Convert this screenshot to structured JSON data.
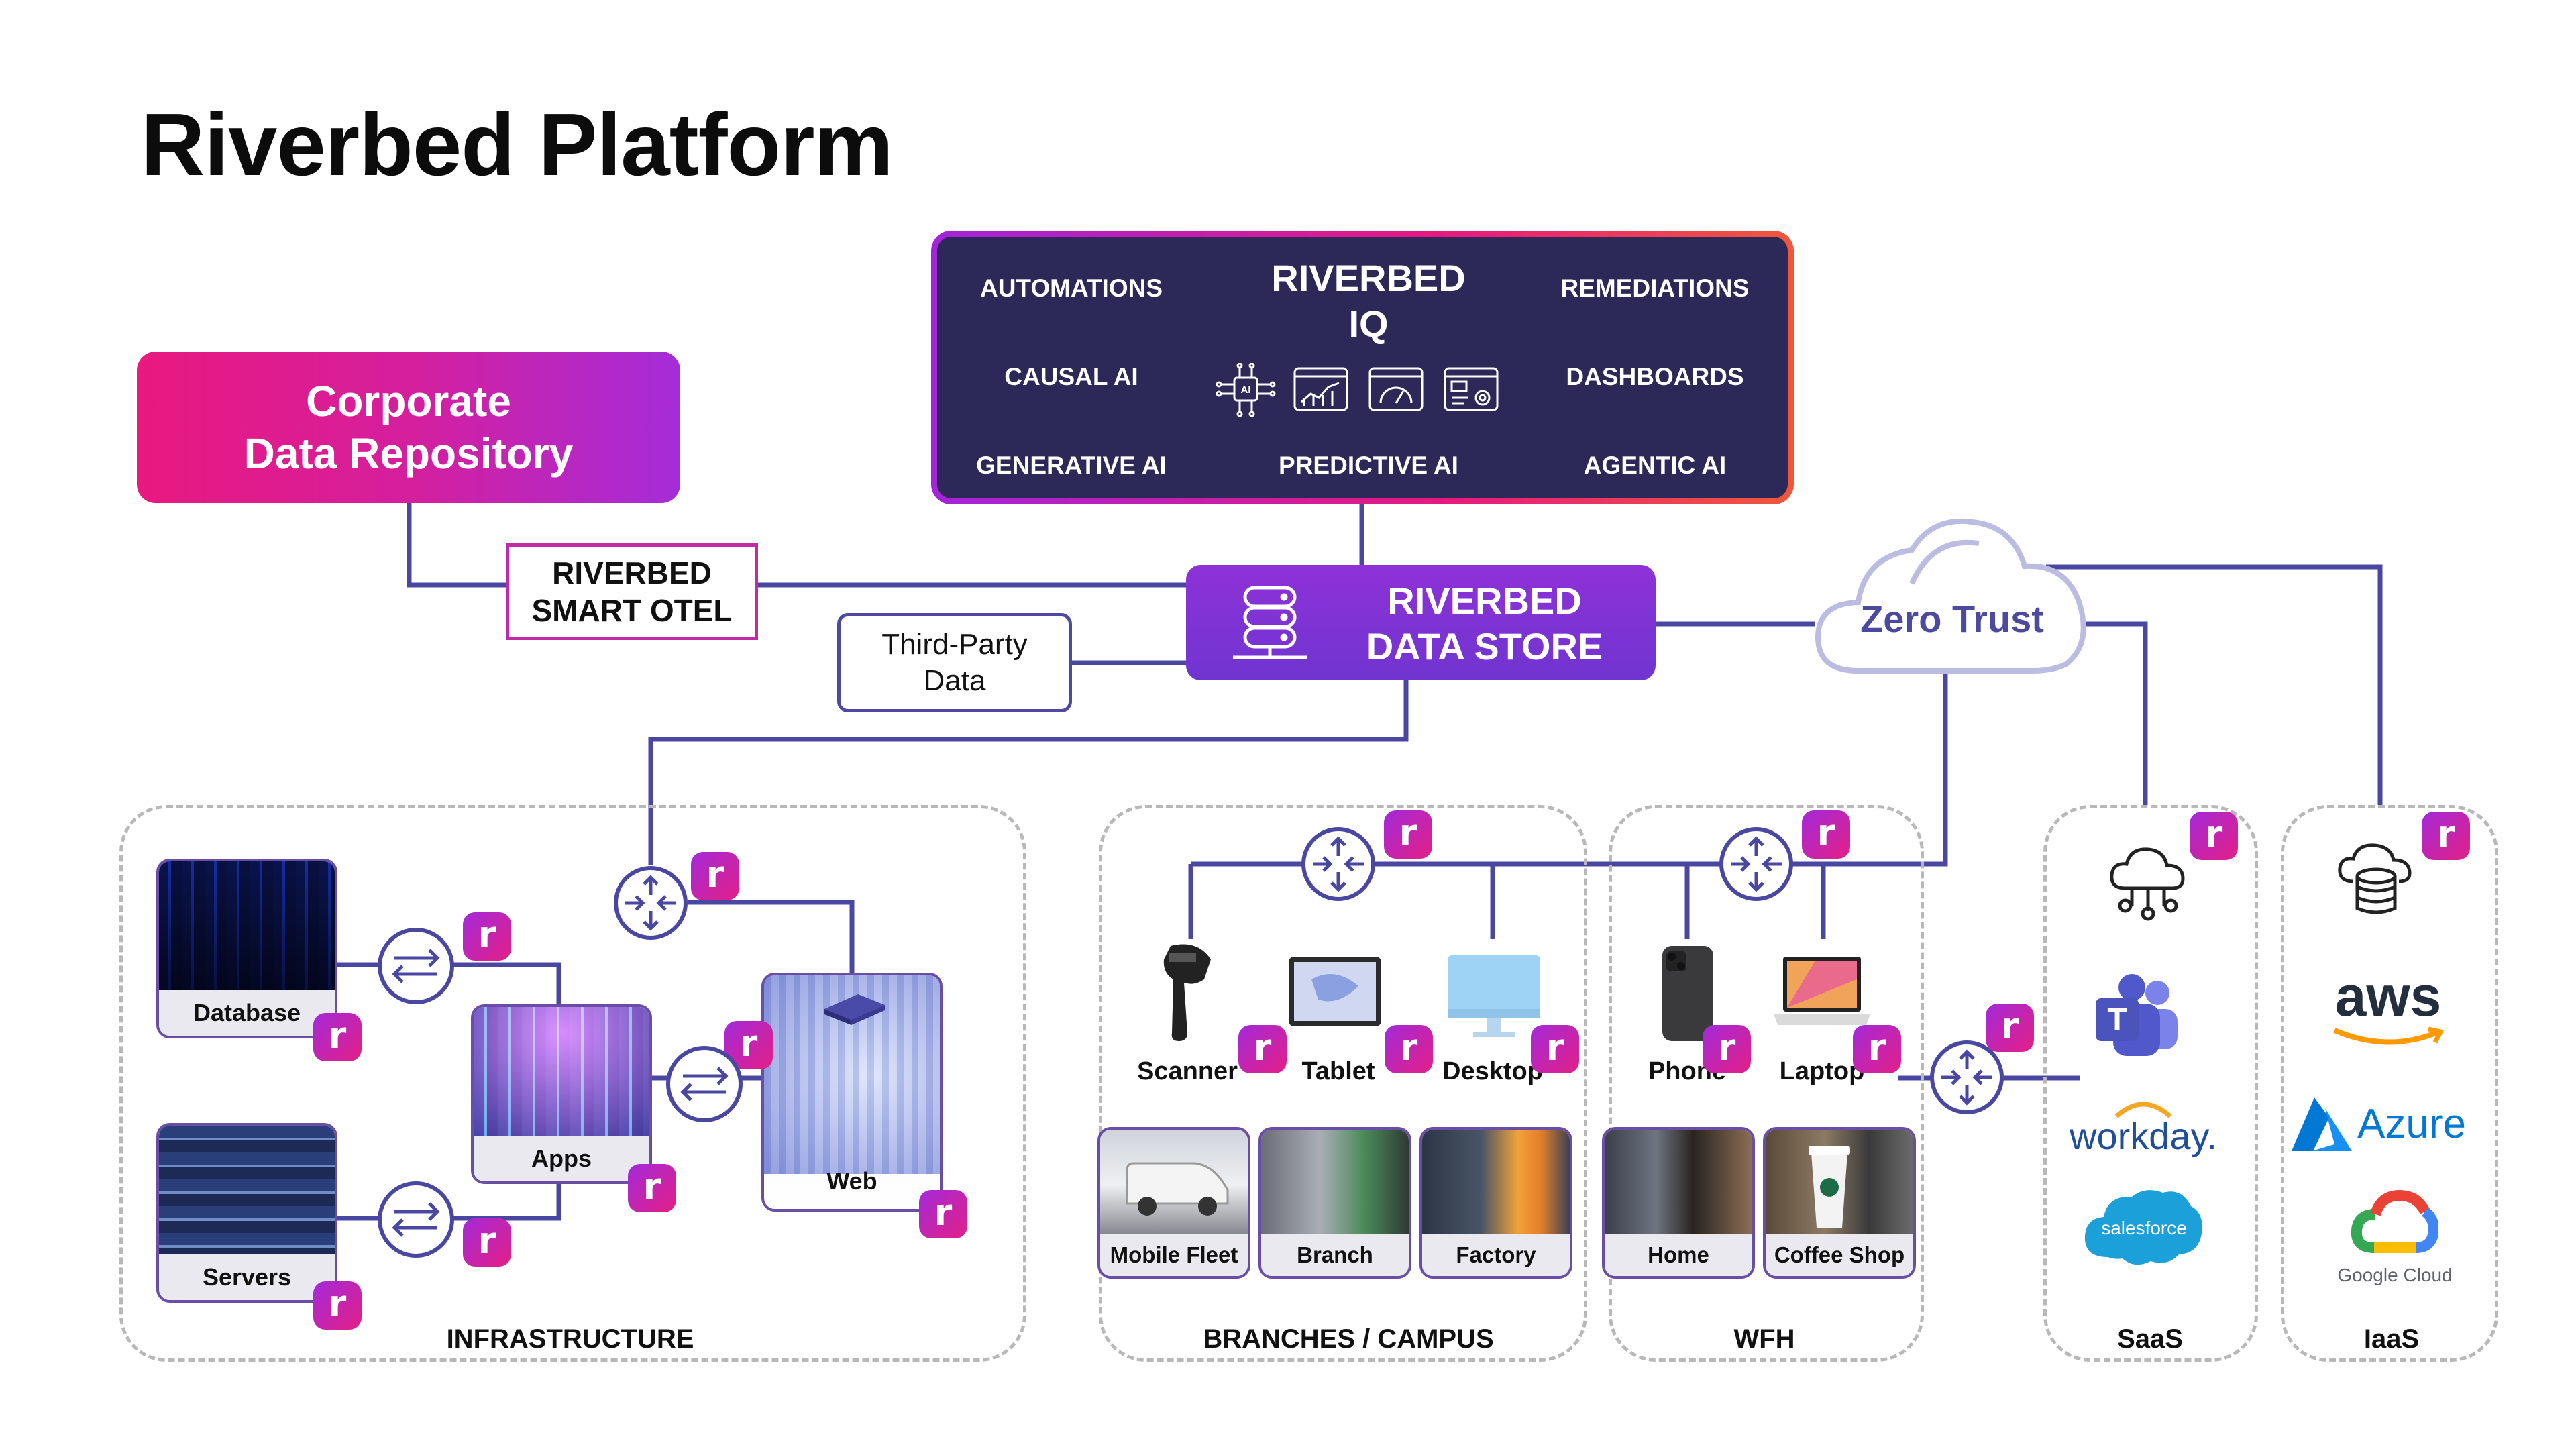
{
  "title": "Riverbed Platform",
  "corporate_repo": {
    "line1": "Corporate",
    "line2": "Data Repository"
  },
  "riverbed_iq": {
    "title_line1": "RIVERBED",
    "title_line2": "IQ",
    "automations": "AUTOMATIONS",
    "remediations": "REMEDIATIONS",
    "causal_ai": "CAUSAL AI",
    "dashboards": "DASHBOARDS",
    "generative_ai": "GENERATIVE AI",
    "predictive_ai": "PREDICTIVE AI",
    "agentic_ai": "AGENTIC AI",
    "ai_chip_label": "AI"
  },
  "smart_otel": {
    "line1": "RIVERBED",
    "line2": "SMART OTEL"
  },
  "third_party": {
    "line1": "Third-Party",
    "line2": "Data"
  },
  "data_store": {
    "line1": "RIVERBED",
    "line2": "DATA STORE"
  },
  "zero_trust": "Zero Trust",
  "badge_glyph": "r",
  "infrastructure": {
    "label": "INFRASTRUCTURE",
    "database": "Database",
    "servers": "Servers",
    "apps": "Apps",
    "web": "Web"
  },
  "branches": {
    "label": "BRANCHES / CAMPUS",
    "scanner": "Scanner",
    "tablet": "Tablet",
    "desktop": "Desktop",
    "mobile_fleet": "Mobile Fleet",
    "branch": "Branch",
    "factory": "Factory"
  },
  "wfh": {
    "label": "WFH",
    "phone": "Phone",
    "laptop": "Laptop",
    "home": "Home",
    "coffee_shop": "Coffee Shop"
  },
  "saas": {
    "label": "SaaS",
    "teams_letter": "T",
    "workday": "workday.",
    "salesforce": "salesforce"
  },
  "iaas": {
    "label": "IaaS",
    "aws": "aws",
    "azure": "Azure",
    "google_cloud": "Google Cloud"
  },
  "colors": {
    "line": "#4a47a3",
    "navy": "#2c2858",
    "magenta": "#e8197f",
    "purple": "#8e32d7",
    "zero_trust_text": "#4c4a9e"
  }
}
